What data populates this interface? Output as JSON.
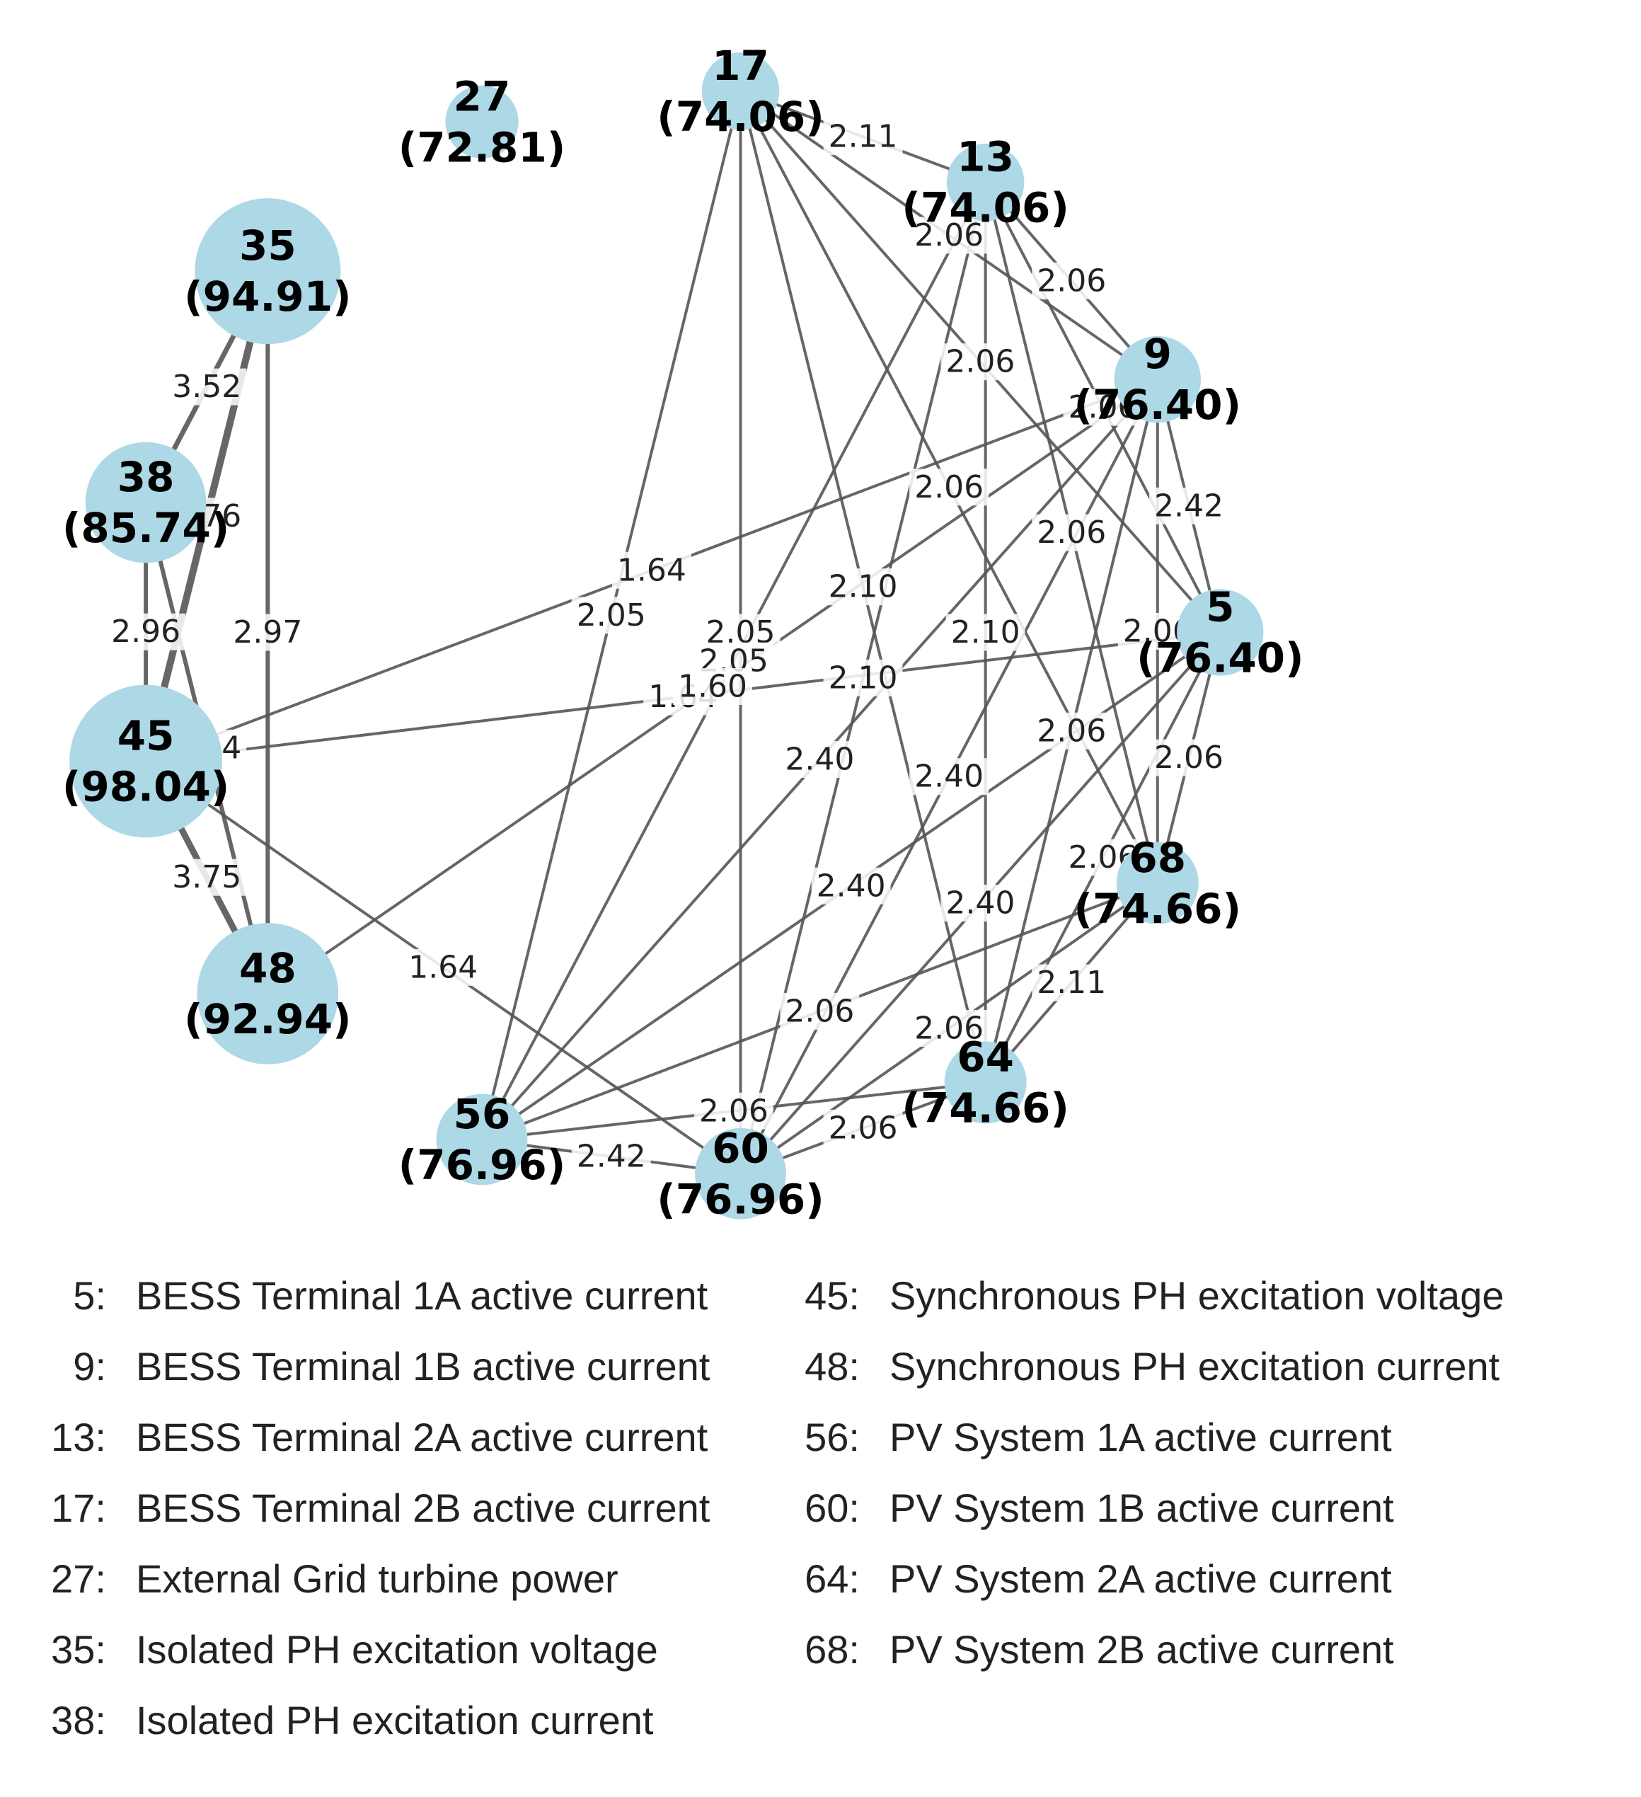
{
  "colors": {
    "node_fill": "#add8e6",
    "edge": "#555555",
    "label_text": "#000000",
    "legend_text": "#222222"
  },
  "graph": {
    "nodes": [
      {
        "id": "5",
        "value": "(76.40)"
      },
      {
        "id": "9",
        "value": "(76.40)"
      },
      {
        "id": "13",
        "value": "(74.06)"
      },
      {
        "id": "17",
        "value": "(74.06)"
      },
      {
        "id": "27",
        "value": "(72.81)"
      },
      {
        "id": "35",
        "value": "(94.91)"
      },
      {
        "id": "38",
        "value": "(85.74)"
      },
      {
        "id": "45",
        "value": "(98.04)"
      },
      {
        "id": "48",
        "value": "(92.94)"
      },
      {
        "id": "56",
        "value": "(76.96)"
      },
      {
        "id": "60",
        "value": "(76.96)"
      },
      {
        "id": "64",
        "value": "(74.66)"
      },
      {
        "id": "68",
        "value": "(74.66)"
      }
    ],
    "edges": [
      {
        "source": "17",
        "target": "13",
        "weight": "2.11"
      },
      {
        "source": "17",
        "target": "9",
        "weight": "2.06"
      },
      {
        "source": "17",
        "target": "5",
        "weight": "2.06"
      },
      {
        "source": "17",
        "target": "68",
        "weight": "2.06"
      },
      {
        "source": "17",
        "target": "64",
        "weight": "2.10"
      },
      {
        "source": "17",
        "target": "60",
        "weight": "2.05"
      },
      {
        "source": "17",
        "target": "56",
        "weight": "2.05"
      },
      {
        "source": "13",
        "target": "9",
        "weight": "2.06"
      },
      {
        "source": "13",
        "target": "5",
        "weight": "2.06"
      },
      {
        "source": "13",
        "target": "68",
        "weight": "2.06"
      },
      {
        "source": "13",
        "target": "64",
        "weight": "2.10"
      },
      {
        "source": "13",
        "target": "60",
        "weight": "2.10"
      },
      {
        "source": "13",
        "target": "56",
        "weight": "2.05"
      },
      {
        "source": "9",
        "target": "5",
        "weight": "2.42"
      },
      {
        "source": "9",
        "target": "68",
        "weight": "2.06"
      },
      {
        "source": "9",
        "target": "64",
        "weight": "2.06"
      },
      {
        "source": "9",
        "target": "60",
        "weight": "2.40"
      },
      {
        "source": "9",
        "target": "56",
        "weight": "2.40"
      },
      {
        "source": "9",
        "target": "45",
        "weight": "1.64"
      },
      {
        "source": "5",
        "target": "68",
        "weight": "2.06"
      },
      {
        "source": "5",
        "target": "64",
        "weight": "2.06"
      },
      {
        "source": "5",
        "target": "60",
        "weight": "2.40"
      },
      {
        "source": "5",
        "target": "56",
        "weight": "2.40"
      },
      {
        "source": "5",
        "target": "45",
        "weight": "1.64"
      },
      {
        "source": "68",
        "target": "64",
        "weight": "2.11"
      },
      {
        "source": "68",
        "target": "60",
        "weight": "2.06"
      },
      {
        "source": "68",
        "target": "56",
        "weight": "2.06"
      },
      {
        "source": "64",
        "target": "60",
        "weight": "2.06"
      },
      {
        "source": "64",
        "target": "56",
        "weight": "2.06"
      },
      {
        "source": "60",
        "target": "56",
        "weight": "2.42"
      },
      {
        "source": "35",
        "target": "38",
        "weight": "3.52"
      },
      {
        "source": "35",
        "target": "45",
        "weight": "3.76"
      },
      {
        "source": "35",
        "target": "48",
        "weight": "2.97"
      },
      {
        "source": "38",
        "target": "45",
        "weight": "2.96"
      },
      {
        "source": "38",
        "target": "48",
        "weight": "3.64"
      },
      {
        "source": "45",
        "target": "48",
        "weight": "3.75"
      },
      {
        "source": "45",
        "target": "60",
        "weight": "1.64"
      },
      {
        "source": "48",
        "target": "9",
        "weight": "1.60"
      }
    ]
  },
  "legend": {
    "left": [
      {
        "key": "5:",
        "text": "BESS Terminal 1A active current"
      },
      {
        "key": "9:",
        "text": "BESS Terminal 1B active current"
      },
      {
        "key": "13:",
        "text": "BESS Terminal 2A active current"
      },
      {
        "key": "17:",
        "text": "BESS Terminal 2B active current"
      },
      {
        "key": "27:",
        "text": "External Grid turbine power"
      },
      {
        "key": "35:",
        "text": "Isolated PH excitation voltage"
      },
      {
        "key": "38:",
        "text": "Isolated PH excitation current"
      }
    ],
    "right": [
      {
        "key": "45:",
        "text": "Synchronous PH excitation voltage"
      },
      {
        "key": "48:",
        "text": "Synchronous PH excitation current"
      },
      {
        "key": "56:",
        "text": "PV System 1A active current"
      },
      {
        "key": "60:",
        "text": "PV System 1B active current"
      },
      {
        "key": "64:",
        "text": "PV System 2A active current"
      },
      {
        "key": "68:",
        "text": "PV System 2B active current"
      }
    ]
  }
}
